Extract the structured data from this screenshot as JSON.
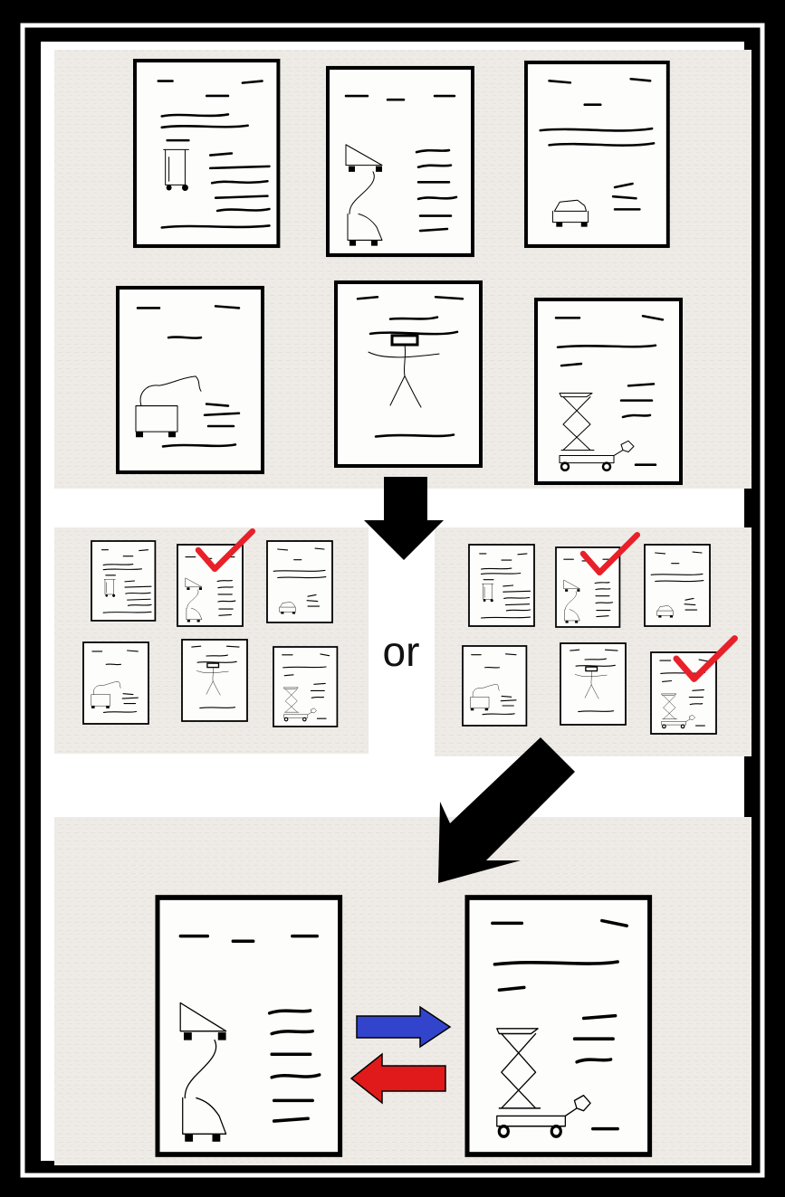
{
  "diagram": {
    "connector_word": "or",
    "colors": {
      "frame": "#000000",
      "paper": "#eeebe7",
      "band": "#ffffff",
      "check": "#e8202a",
      "forward_arrow": "#3344cc",
      "back_arrow": "#e01a1a"
    },
    "pages": [
      {
        "id": "p1",
        "icon": "trash-bin-icon"
      },
      {
        "id": "p2",
        "icon": "robot-arm-icon"
      },
      {
        "id": "p3",
        "icon": "mobile-base-icon"
      },
      {
        "id": "p4",
        "icon": "crane-truck-icon"
      },
      {
        "id": "p5",
        "icon": "stick-figure-icon"
      },
      {
        "id": "p6",
        "icon": "scissor-lift-icon"
      }
    ],
    "option_a_checked": [
      "p2"
    ],
    "option_b_checked": [
      "p2",
      "p6"
    ],
    "result_pair": [
      "p2",
      "p6"
    ],
    "arrows": [
      "down-arrow",
      "diagonal-arrow",
      "forward-arrow",
      "back-arrow"
    ]
  }
}
